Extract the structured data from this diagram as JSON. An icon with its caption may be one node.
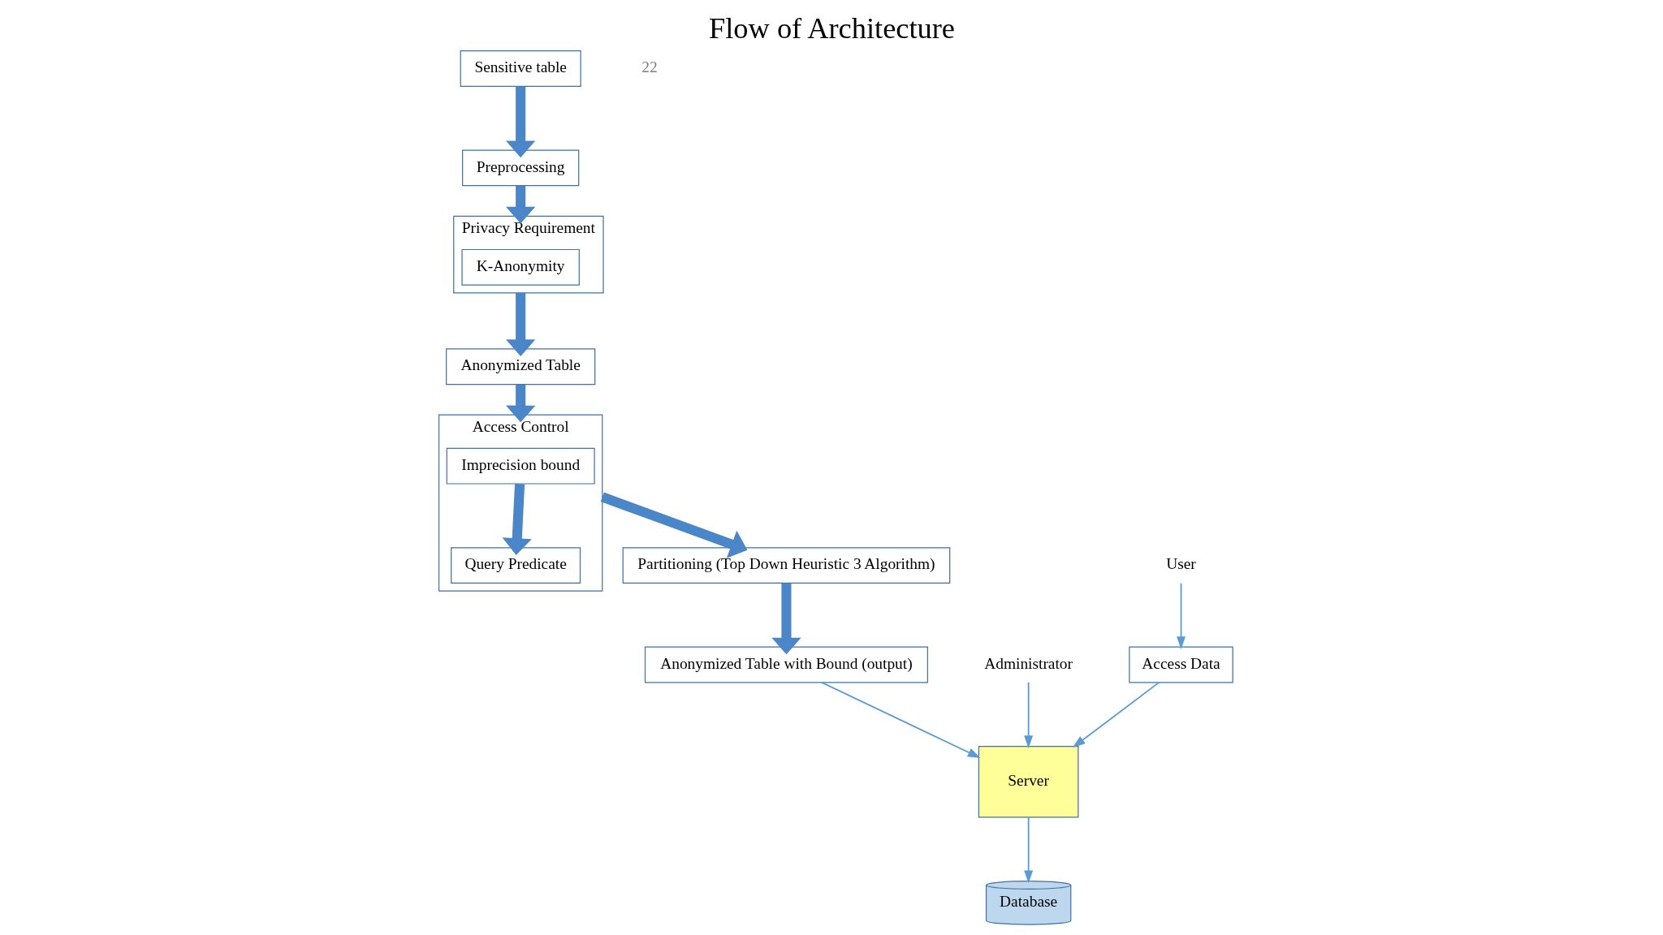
{
  "diagram": {
    "title": "Flow of Architecture",
    "nodes": [
      {
        "text": [
          "Sensitive table"
        ]
      },
      {
        "text": [
          "Preprocessing"
        ]
      },
      {
        "text": [
          "Privacy Requirement"
        ]
      },
      {
        "text": [
          "K-Anonymity"
        ],
        "in": 2
      },
      {
        "text": [
          "Anonymized Table"
        ]
      },
      {
        "text": [
          "Access Control"
        ]
      },
      {
        "text": [
          "Imprecision bound"
        ],
        "in": 5
      },
      {
        "text": [
          "Query Predicate"
        ],
        "in": 5
      },
      {
        "text": [
          "Partitioning (Top Down Heuristic 3 Algorithm)"
        ]
      },
      {
        "text": [
          "Anonymized Table with Bound (output)"
        ]
      },
      {
        "text": [
          "Server"
        ]
      },
      {
        "text": [
          "Administrator"
        ]
      },
      {
        "text": [
          "User"
        ]
      },
      {
        "text": [
          "Access Data"
        ]
      },
      {
        "text": [
          "Database"
        ]
      }
    ],
    "edges": [
      {
        "from": 0,
        "to": 1,
        "arrow": "to"
      },
      {
        "from": 1,
        "to": 2,
        "arrow": "to"
      },
      {
        "from": 2,
        "to": 4,
        "arrow": "to"
      },
      {
        "from": 4,
        "to": 5,
        "arrow": "to"
      },
      {
        "from": 6,
        "to": 7,
        "arrow": "to"
      },
      {
        "from": 5,
        "to": 8,
        "arrow": "to"
      },
      {
        "from": 8,
        "to": 9,
        "arrow": "to"
      },
      {
        "from": 9,
        "to": 10,
        "arrow": "to",
        "color": "#5b9bd5"
      },
      {
        "from": 11,
        "to": 10,
        "arrow": "to",
        "color": "#5b9bd5"
      },
      {
        "from": 12,
        "to": 13,
        "arrow": "to",
        "color": "#5b9bd5"
      },
      {
        "from": 13,
        "to": 10,
        "arrow": "to",
        "color": "#5b9bd5"
      },
      {
        "from": 10,
        "to": 14,
        "arrow": "to",
        "color": "#5b9bd5"
      }
    ],
    "labels": [
      "22"
    ]
  }
}
